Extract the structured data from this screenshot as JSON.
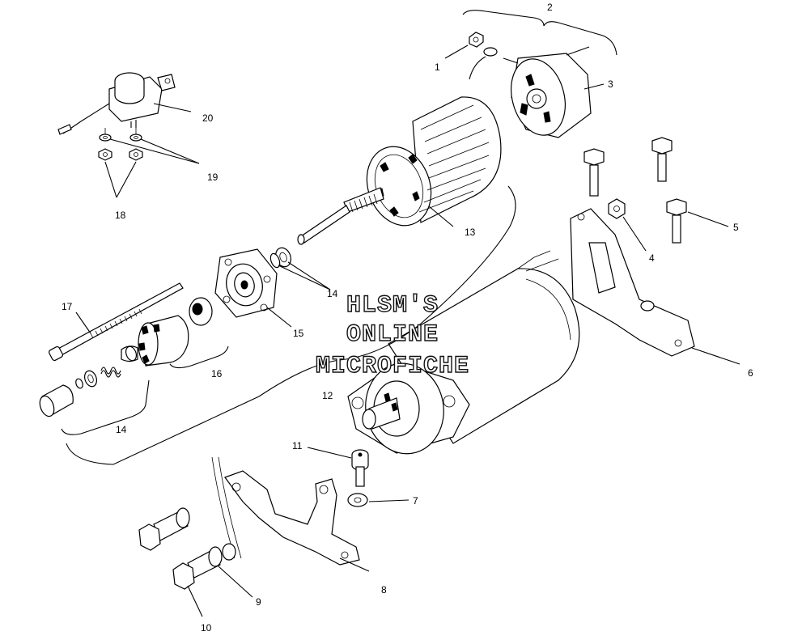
{
  "watermark": {
    "line1": "HLSM'S",
    "line2": "ONLINE",
    "line3": "MICROFICHE"
  },
  "callouts": {
    "c1": "1",
    "c2": "2",
    "c3": "3",
    "c4": "4",
    "c5": "5",
    "c6": "6",
    "c7": "7",
    "c8": "8",
    "c9": "9",
    "c10": "10",
    "c11": "11",
    "c12": "12",
    "c13": "13",
    "c14a": "14",
    "c14b": "14",
    "c15": "15",
    "c16": "16",
    "c17": "17",
    "c18": "18",
    "c19": "19",
    "c20": "20"
  }
}
